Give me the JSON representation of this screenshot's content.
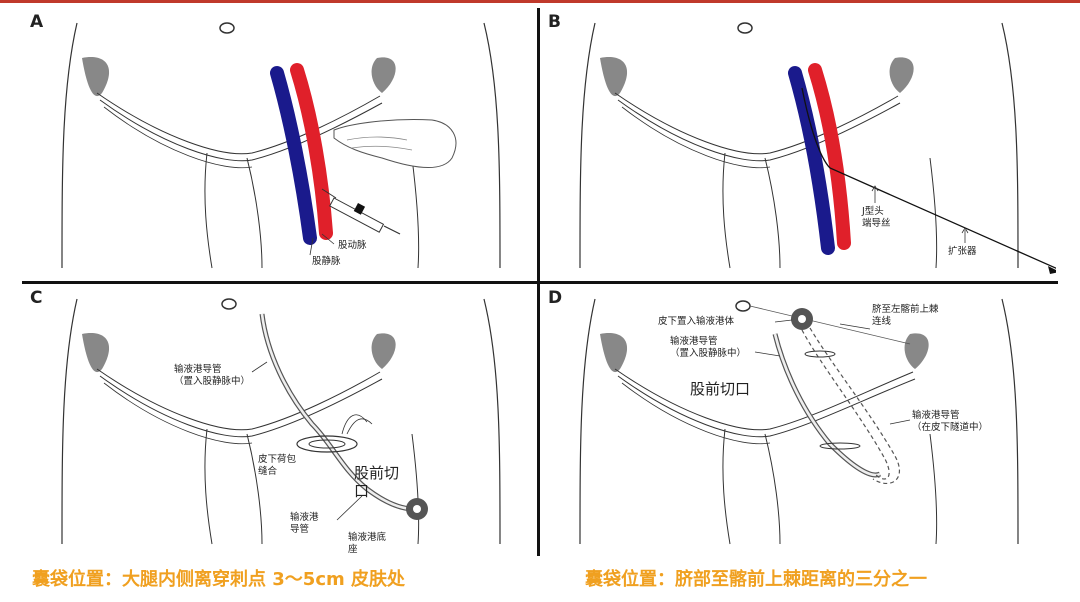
{
  "panels": [
    {
      "letter": "A",
      "labels": {
        "artery": "股动脉",
        "vein": "股静脉"
      }
    },
    {
      "letter": "B",
      "labels": {
        "guidewire": "J型头\n端导丝",
        "dilator": "扩张器"
      }
    },
    {
      "letter": "C",
      "labels": {
        "catheter": "输液港导管\n（置入股静脉中）",
        "purse_string": "皮下荷包\n缝合",
        "incision": "股前切\n口",
        "port_catheter": "输液港\n导管",
        "port_base": "输液港底\n座"
      }
    },
    {
      "letter": "D",
      "labels": {
        "port_body": "皮下置入输液港体",
        "navel_line": "脐至左髂前上棘\n连线",
        "catheter": "输液港导管\n（置入股静脉中）",
        "incision": "股前切口",
        "tunnel_catheter": "输液港导管\n（在皮下隧道中）"
      }
    }
  ],
  "captions": {
    "left": "囊袋位置：大腿内侧离穿刺点 3～5cm 皮肤处",
    "right": "囊袋位置：脐部至髂前上棘距离的三分之一"
  },
  "colors": {
    "artery": "#e0202a",
    "vein": "#1a1a8c",
    "caption": "#f0a020"
  }
}
